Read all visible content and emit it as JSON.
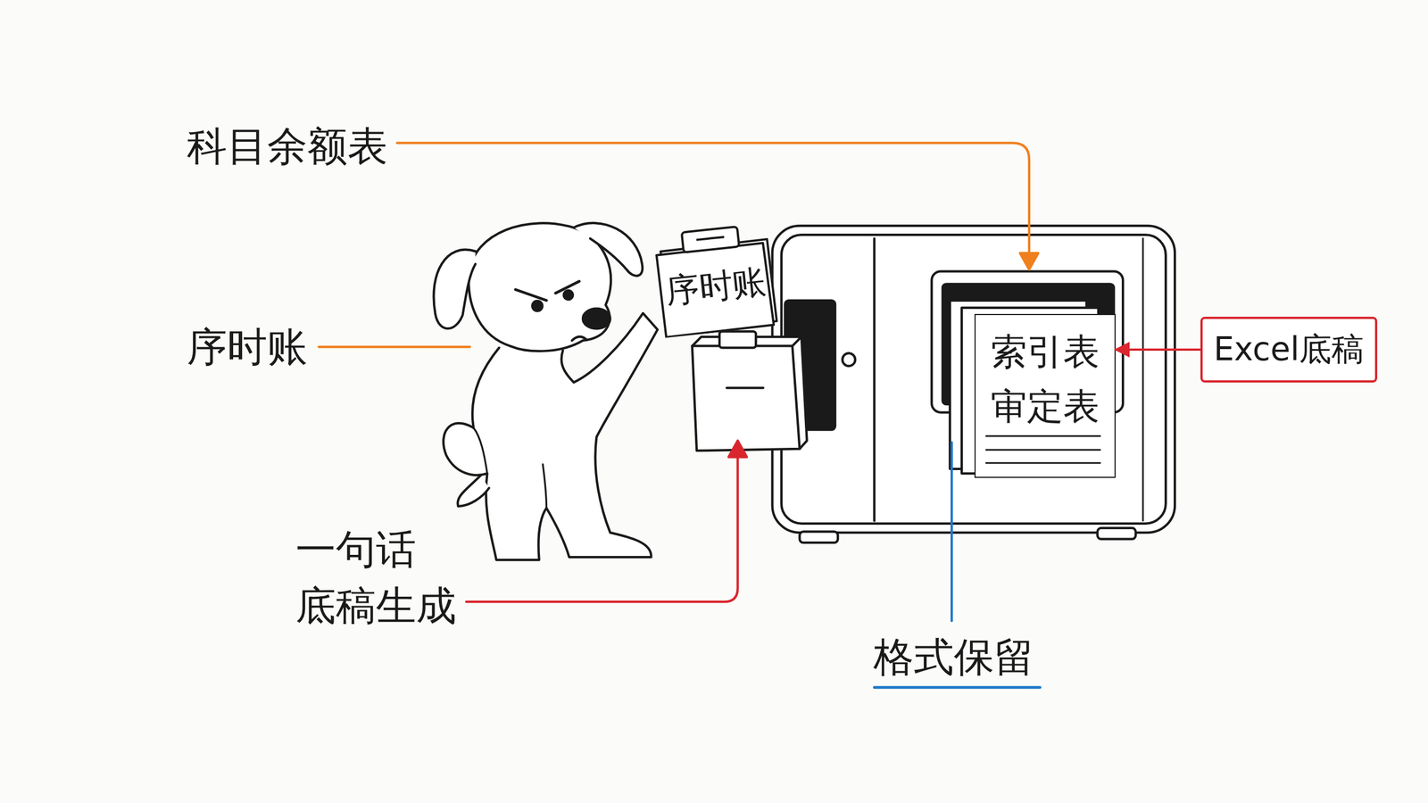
{
  "diagram": {
    "nodes": [
      {
        "text": [
          "序时账"
        ]
      },
      {
        "text": [
          "索引表 审定表"
        ]
      },
      {
        "text": [
          "Excel底稿"
        ]
      }
    ],
    "edges": [
      {
        "from": 2,
        "to": 1,
        "arrow": "to"
      }
    ],
    "labels": [
      "科目余额表",
      "序时账",
      "一句话 底稿生成",
      "格式保留"
    ]
  }
}
